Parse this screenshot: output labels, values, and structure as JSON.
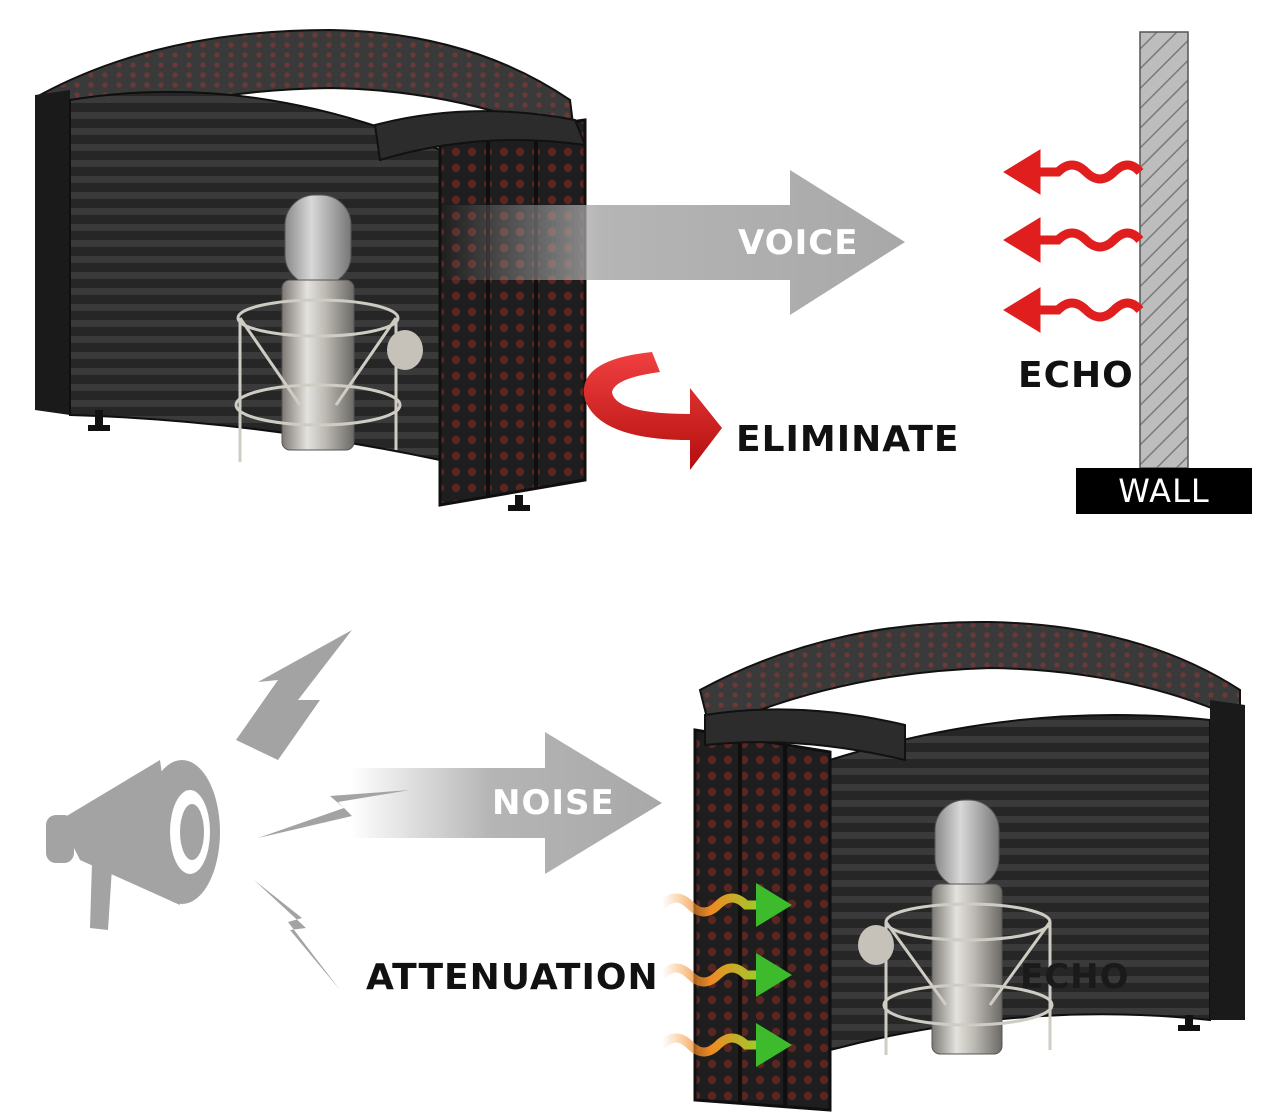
{
  "labels": {
    "voice": "VOICE",
    "eliminate": "ELIMINATE",
    "echo_top": "ECHO",
    "wall": "WALL",
    "noise": "NOISE",
    "attenuation": "ATTENUATION",
    "echo_bottom": "ECHO"
  },
  "colors": {
    "arrow_gray": "#a7a7a7",
    "echo_red": "#e01e1e",
    "attenuation_green": "#3dbb2c",
    "noise_orange": "#f08a24",
    "shield_dark": "#222222",
    "wall_hatch": "#9c9c9c",
    "megaphone_gray": "#a3a3a3"
  },
  "icons": {
    "megaphone": "megaphone-icon",
    "microphone": "condenser-microphone-icon",
    "lightning": "lightning-bolt-icon"
  }
}
